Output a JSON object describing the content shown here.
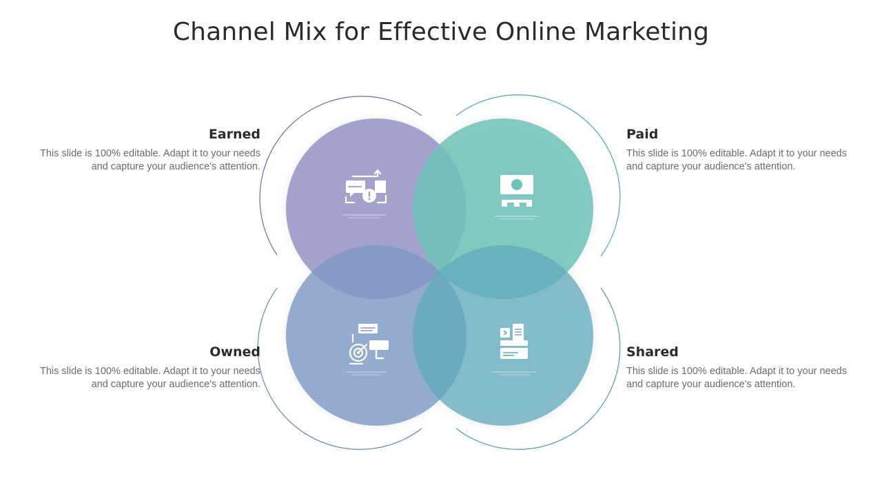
{
  "slide": {
    "title": "Channel Mix for Effective Online Marketing"
  },
  "quadrants": {
    "earned": {
      "label": "Earned",
      "description": "This slide is 100% editable. Adapt it to your needs and capture your audience's attention.",
      "icon": "messaging-analytics-icon",
      "color": "#9d9bc9"
    },
    "paid": {
      "label": "Paid",
      "description": "This slide is 100% editable. Adapt it to your needs and capture your audience's attention.",
      "icon": "monitor-dollar-icon",
      "color": "#6fc2b7"
    },
    "owned": {
      "label": "Owned",
      "description": "This slide is 100% editable. Adapt it to your needs and capture your audience's attention.",
      "icon": "target-browser-icon",
      "color": "#8aa4cb"
    },
    "shared": {
      "label": "Shared",
      "description": "This slide is 100% editable. Adapt it to your needs and capture your audience's attention.",
      "icon": "devices-share-icon",
      "color": "#79b9c6"
    }
  },
  "colors": {
    "ring_earned": "#6b68a8",
    "ring_paid": "#4aa6b0",
    "ring_owned": "#5f84b8",
    "ring_shared": "#4b9aa8"
  }
}
